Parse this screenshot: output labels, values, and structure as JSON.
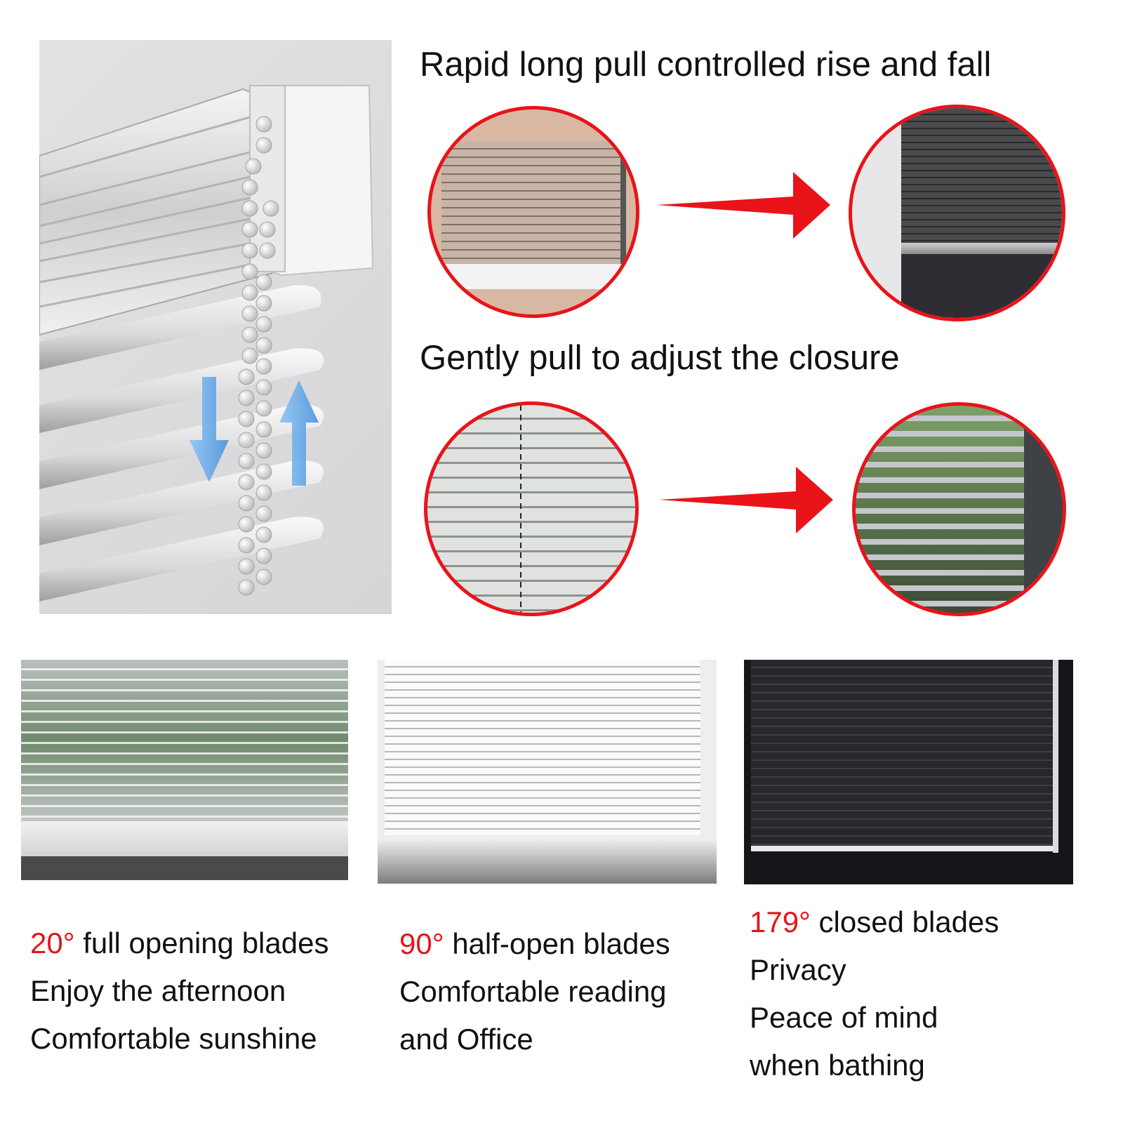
{
  "features": {
    "rise_fall_title": "Rapid long pull controlled rise and fall",
    "closure_title": "Gently pull to adjust the closure"
  },
  "modes": [
    {
      "angle": "20°",
      "title": "full opening blades",
      "lines": [
        "Enjoy the afternoon",
        "Comfortable sunshine"
      ]
    },
    {
      "angle": "90°",
      "title": "half-open blades",
      "lines": [
        "Comfortable reading",
        "and Office"
      ]
    },
    {
      "angle": "179°",
      "title": "closed blades",
      "lines": [
        "Privacy",
        "Peace of mind",
        "when bathing"
      ]
    }
  ],
  "colors": {
    "accent": "#e8141a",
    "arrow_blue": "#5aa6ea"
  }
}
